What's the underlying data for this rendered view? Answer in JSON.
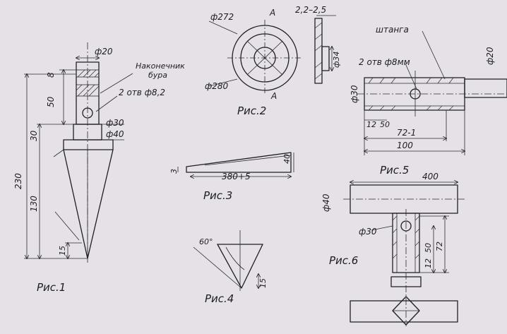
{
  "colors": {
    "paper": "#e6e1e6",
    "ink": "#1e1e28"
  },
  "fig1": {
    "caption": "Рис.1",
    "dims": {
      "d20": "ф20",
      "d30": "ф30",
      "d40": "ф40",
      "h8": "8",
      "h50": "50",
      "h30": "30",
      "h130": "130",
      "h230": "230",
      "h15": "15"
    },
    "labels": {
      "tip_line1": "Наконечник",
      "tip_line2": "бура",
      "holes": "2 отв ф8,2"
    }
  },
  "fig2": {
    "caption": "Рис.2",
    "dims": {
      "d272": "ф272",
      "d280": "ф280",
      "thick": "2,2–2,5",
      "d34": "ф34"
    },
    "section_mark": "А"
  },
  "fig3": {
    "caption": "Рис.3",
    "dims": {
      "len": "380+5",
      "h40": "40",
      "h3": "3"
    }
  },
  "fig4": {
    "caption": "Рис.4",
    "dims": {
      "angle": "60°",
      "h15": "15"
    }
  },
  "fig5": {
    "caption": "Рис.5",
    "labels": {
      "rod": "штанга",
      "holes": "2 отв ф8мм"
    },
    "dims": {
      "d30": "ф30",
      "d20": "ф20",
      "a12": "12",
      "a50": "50",
      "l72": "72-1",
      "l100": "100"
    }
  },
  "fig6": {
    "caption": "Рис.6",
    "dims": {
      "l400": "400",
      "d40": "ф40",
      "d30": "ф30",
      "h12": "12",
      "h50": "50",
      "h72": "72"
    }
  }
}
